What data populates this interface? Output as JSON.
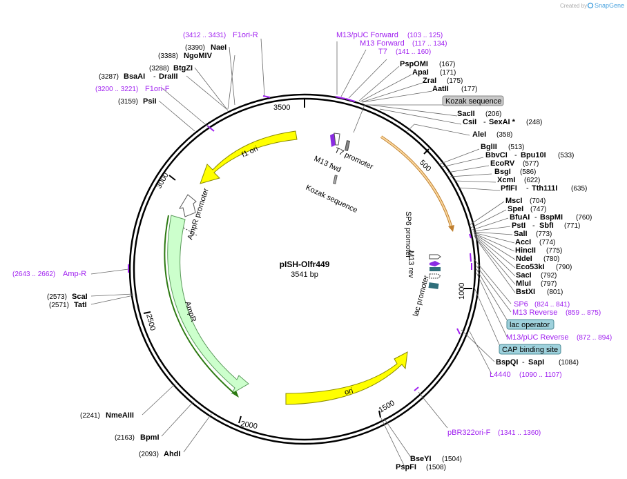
{
  "watermark": {
    "prefix": "Created by",
    "brand": "SnapGene"
  },
  "plasmid": {
    "name": "pISH-Olfr449",
    "length": "3541 bp"
  },
  "ticks": [
    "500",
    "1000",
    "1500",
    "2000",
    "2500",
    "3000",
    "3500"
  ],
  "features": {
    "f1ori": "f1 ori",
    "t7promoter": "T7 promoter",
    "m13fwd": "M13 fwd",
    "kozak": "Kozak sequence",
    "amprpromoter": "AmpR promoter",
    "ampr": "AmpR",
    "sp6promoter": "SP6 promoter",
    "m13rev": "M13 rev",
    "lacpromoter": "lac promoter",
    "ori": "ori"
  },
  "sites": [
    {
      "name": "PspOMI",
      "pos": "(167)"
    },
    {
      "name": "ApaI",
      "pos": "(171)"
    },
    {
      "name": "ZraI",
      "pos": "(175)"
    },
    {
      "name": "AatII",
      "pos": "(177)"
    },
    {
      "name": "SacII",
      "pos": "(206)"
    },
    {
      "name": "CsiI",
      "sep": "-",
      "name2": "SexAI *",
      "pos": "(248)"
    },
    {
      "name": "AleI",
      "pos": "(358)"
    },
    {
      "name": "BglII",
      "pos": "(513)"
    },
    {
      "name": "BbvCI",
      "sep": "-",
      "name2": "Bpu10I",
      "pos": "(533)"
    },
    {
      "name": "EcoRV",
      "pos": "(577)"
    },
    {
      "name": "BsgI",
      "pos": "(586)"
    },
    {
      "name": "XcmI",
      "pos": "(622)"
    },
    {
      "name": "PflFI",
      "sep": "-",
      "name2": "Tth111I",
      "pos": "(635)"
    },
    {
      "name": "MscI",
      "pos": "(704)"
    },
    {
      "name": "SpeI",
      "pos": "(747)"
    },
    {
      "name": "BfuAI",
      "sep": "-",
      "name2": "BspMI",
      "pos": "(760)"
    },
    {
      "name": "PstI",
      "sep": "-",
      "name2": "SbfI",
      "pos": "(771)"
    },
    {
      "name": "SalI",
      "pos": "(773)"
    },
    {
      "name": "AccI",
      "pos": "(774)"
    },
    {
      "name": "HincII",
      "pos": "(775)"
    },
    {
      "name": "NdeI",
      "pos": "(780)"
    },
    {
      "name": "Eco53kI",
      "pos": "(790)"
    },
    {
      "name": "SacI",
      "pos": "(792)"
    },
    {
      "name": "MluI",
      "pos": "(797)"
    },
    {
      "name": "BstXI",
      "pos": "(801)"
    },
    {
      "name": "BspQI",
      "sep": "-",
      "name2": "SapI",
      "pos": "(1084)"
    },
    {
      "name": "BseYI",
      "pos": "(1504)"
    },
    {
      "name": "PspFI",
      "pos": "(1508)"
    },
    {
      "name": "AhdI",
      "pos": "(2093)"
    },
    {
      "name": "BpmI",
      "pos": "(2163)"
    },
    {
      "name": "NmeAIII",
      "pos": "(2241)"
    },
    {
      "name": "ScaI",
      "pos": "(2573)"
    },
    {
      "name": "TatI",
      "pos": "(2571)"
    },
    {
      "name": "PsiI",
      "pos": "(3159)"
    },
    {
      "name": "BsaAI",
      "sep": "-",
      "name2": "DraIII",
      "pos": "(3287)"
    },
    {
      "name": "BtgZI",
      "pos": "(3288)"
    },
    {
      "name": "NgoMIV",
      "pos": "(3388)"
    },
    {
      "name": "NaeI",
      "pos": "(3390)"
    }
  ],
  "primers": [
    {
      "name": "M13/pUC Forward",
      "range": "(103 .. 125)"
    },
    {
      "name": "M13 Forward",
      "range": "(117 .. 134)"
    },
    {
      "name": "T7",
      "range": "(141 .. 160)"
    },
    {
      "name": "SP6",
      "range": "(824 .. 841)"
    },
    {
      "name": "M13 Reverse",
      "range": "(859 .. 875)"
    },
    {
      "name": "M13/pUC Reverse",
      "range": "(872 .. 894)"
    },
    {
      "name": "L4440",
      "range": "(1090 .. 1107)"
    },
    {
      "name": "pBR322ori-F",
      "range": "(1341 .. 1360)"
    },
    {
      "name": "Amp-R",
      "range": "(2643 .. 2662)"
    },
    {
      "name": "F1ori-F",
      "range": "(3200 .. 3221)"
    },
    {
      "name": "F1ori-R",
      "range": "(3412 .. 3431)"
    }
  ],
  "boxed": {
    "kozak": "Kozak sequence",
    "lacop": "lac operator",
    "cap": "CAP binding site"
  },
  "colors": {
    "purple": "#a020f0",
    "yellow": "#ffff00",
    "ampr": "#ccffcc",
    "gray_box": "#c8c8c8",
    "teal_box": "#9ed1dc"
  }
}
